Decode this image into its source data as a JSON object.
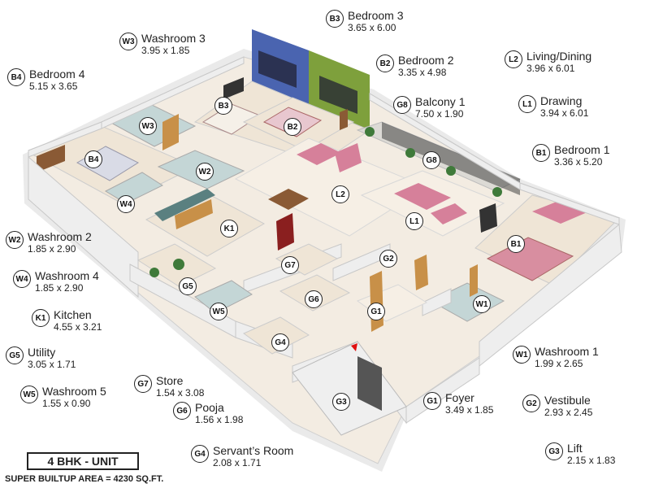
{
  "legend": [
    {
      "code": "B3",
      "name": "Bedroom 3",
      "size": "3.65 x 6.00"
    },
    {
      "code": "W3",
      "name": "Washroom 3",
      "size": "3.95 x 1.85"
    },
    {
      "code": "B2",
      "name": "Bedroom 2",
      "size": "3.35 x 4.98"
    },
    {
      "code": "L2",
      "name": "Living/Dining",
      "size": "3.96 x 6.01"
    },
    {
      "code": "B4",
      "name": "Bedroom 4",
      "size": "5.15 x 3.65"
    },
    {
      "code": "G8",
      "name": "Balcony 1",
      "size": "7.50 x 1.90"
    },
    {
      "code": "L1",
      "name": "Drawing",
      "size": "3.94 x 6.01"
    },
    {
      "code": "B1",
      "name": "Bedroom 1",
      "size": "3.36 x 5.20"
    },
    {
      "code": "W2",
      "name": "Washroom 2",
      "size": "1.85 x 2.90"
    },
    {
      "code": "W4",
      "name": "Washroom 4",
      "size": "1.85 x 2.90"
    },
    {
      "code": "K1",
      "name": "Kitchen",
      "size": "4.55 x 3.21"
    },
    {
      "code": "G5",
      "name": "Utility",
      "size": "3.05 x 1.71"
    },
    {
      "code": "W5",
      "name": "Washroom 5",
      "size": "1.55 x 0.90"
    },
    {
      "code": "W1",
      "name": "Washroom 1",
      "size": "1.99 x 2.65"
    },
    {
      "code": "G7",
      "name": "Store",
      "size": "1.54 x 3.08"
    },
    {
      "code": "G1",
      "name": "Foyer",
      "size": "3.49 x 1.85"
    },
    {
      "code": "G2",
      "name": "Vestibule",
      "size": "2.93 x 2.45"
    },
    {
      "code": "G6",
      "name": "Pooja",
      "size": "1.56 x 1.98"
    },
    {
      "code": "G4",
      "name": "Servant’s Room",
      "size": "2.08 x 1.71"
    },
    {
      "code": "G3",
      "name": "Lift",
      "size": "2.15 x 1.83"
    }
  ],
  "markers": [
    "B3",
    "W3",
    "B2",
    "B4",
    "W2",
    "G8",
    "L2",
    "W4",
    "K1",
    "L1",
    "B1",
    "G2",
    "G7",
    "G5",
    "G6",
    "W1",
    "W5",
    "G1",
    "G4",
    "G3"
  ],
  "unit_label": "4 BHK - UNIT",
  "super_builtup_area": "SUPER BUILTUP AREA = 4230 SQ.FT.",
  "colors": {
    "wall": "#eeeeee",
    "floor": "#f3ece2",
    "wood": "#9a6b45",
    "accent_blue": "#4a64b0",
    "accent_green": "#7ea03c",
    "sofa": "#d6809a",
    "tile": "#c4d6d6",
    "entry_arrow": "#e01010"
  }
}
